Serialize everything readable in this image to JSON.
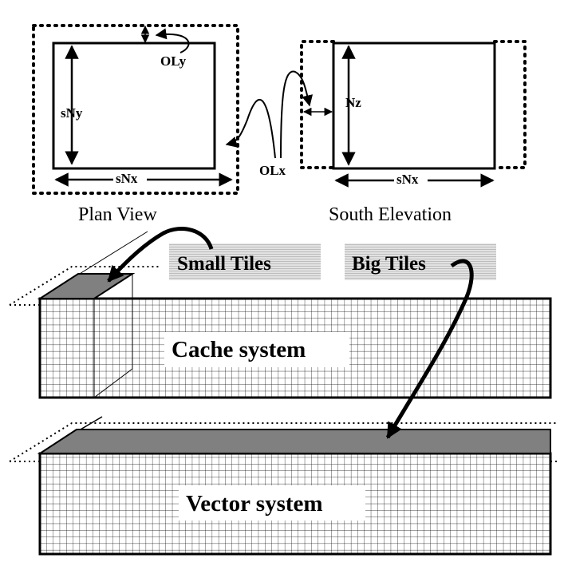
{
  "plan_view": {
    "caption": "Plan View",
    "dim_x": "sNx",
    "dim_y": "sNy",
    "overlap_y": "OLy"
  },
  "south_elevation": {
    "caption": "South Elevation",
    "dim_x": "sNx",
    "dim_z": "Nz"
  },
  "overlap_x": "OLx",
  "small_tiles": "Small Tiles",
  "big_tiles": "Big Tiles",
  "cache_system": "Cache system",
  "vector_system": "Vector system",
  "colors": {
    "tile_fill": "#808080",
    "label_band": "#d4d4d4",
    "grid_line": "#000000"
  }
}
